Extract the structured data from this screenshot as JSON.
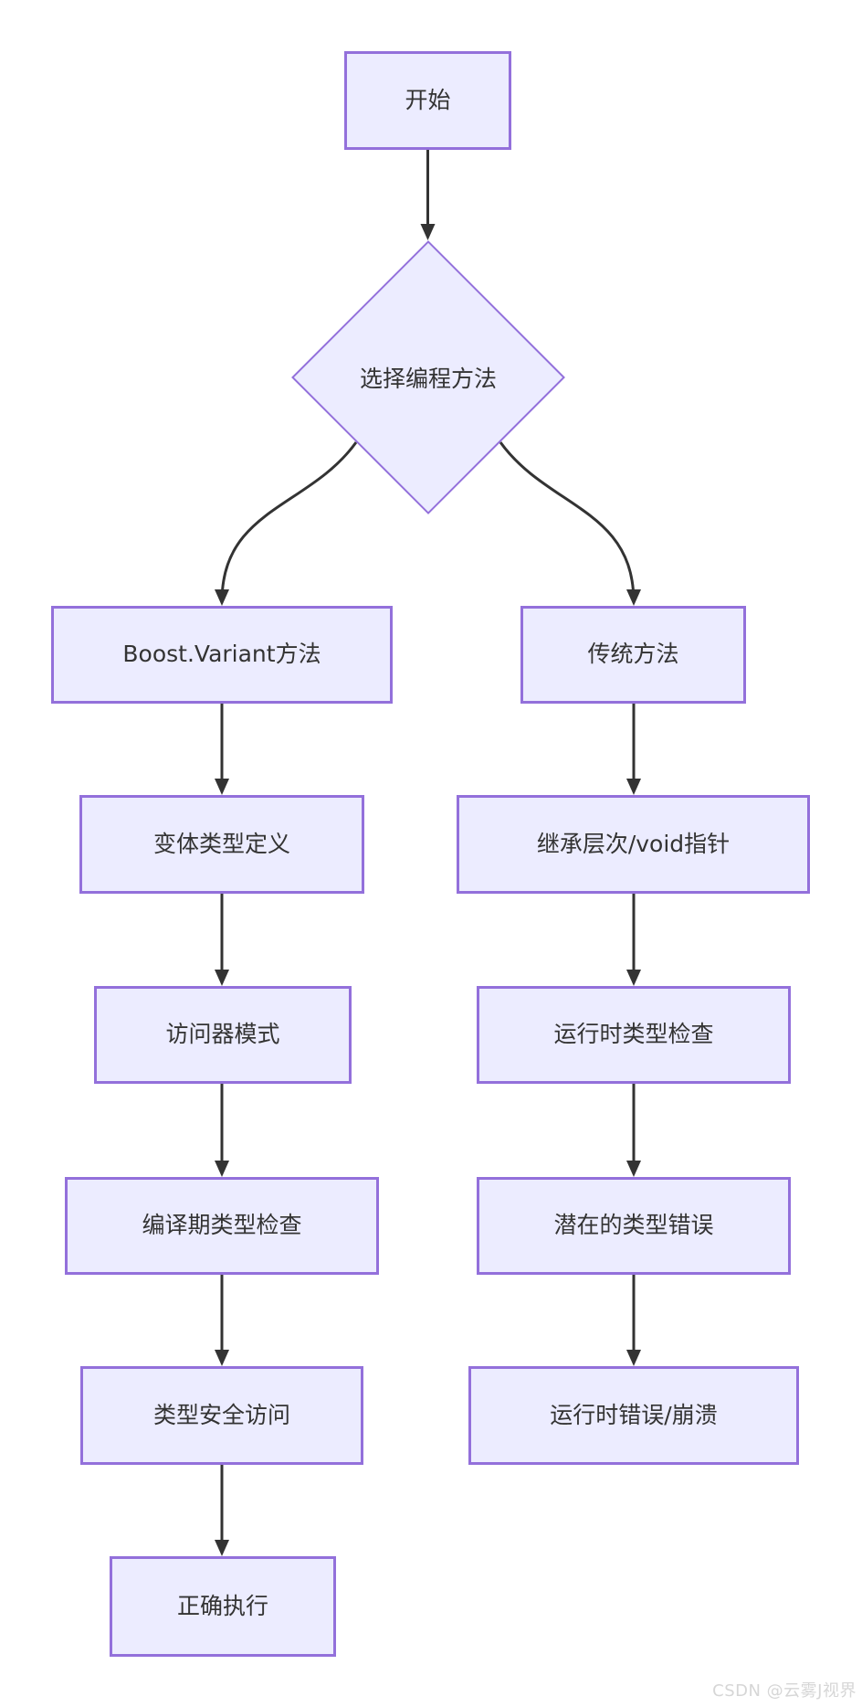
{
  "diagram": {
    "type": "flowchart",
    "direction": "top-down",
    "nodes": {
      "start": "开始",
      "decision": "选择编程方法",
      "left": [
        "Boost.Variant方法",
        "变体类型定义",
        "访问器模式",
        "编译期类型检查",
        "类型安全访问",
        "正确执行"
      ],
      "right": [
        "传统方法",
        "继承层次/void指针",
        "运行时类型检查",
        "潜在的类型错误",
        "运行时错误/崩溃"
      ]
    },
    "edges": [
      {
        "from": "开始",
        "to": "选择编程方法"
      },
      {
        "from": "选择编程方法",
        "to": "Boost.Variant方法"
      },
      {
        "from": "选择编程方法",
        "to": "传统方法"
      },
      {
        "from": "Boost.Variant方法",
        "to": "变体类型定义"
      },
      {
        "from": "变体类型定义",
        "to": "访问器模式"
      },
      {
        "from": "访问器模式",
        "to": "编译期类型检查"
      },
      {
        "from": "编译期类型检查",
        "to": "类型安全访问"
      },
      {
        "from": "类型安全访问",
        "to": "正确执行"
      },
      {
        "from": "传统方法",
        "to": "继承层次/void指针"
      },
      {
        "from": "继承层次/void指针",
        "to": "运行时类型检查"
      },
      {
        "from": "运行时类型检查",
        "to": "潜在的类型错误"
      },
      {
        "from": "潜在的类型错误",
        "to": "运行时错误/崩溃"
      }
    ],
    "colors": {
      "node_fill": "#ECECFF",
      "node_border": "#9370DB",
      "edge": "#333333",
      "text": "#333333"
    }
  },
  "watermark": {
    "text": "CSDN @云雾J视界",
    "color": "#d6d6d6"
  }
}
